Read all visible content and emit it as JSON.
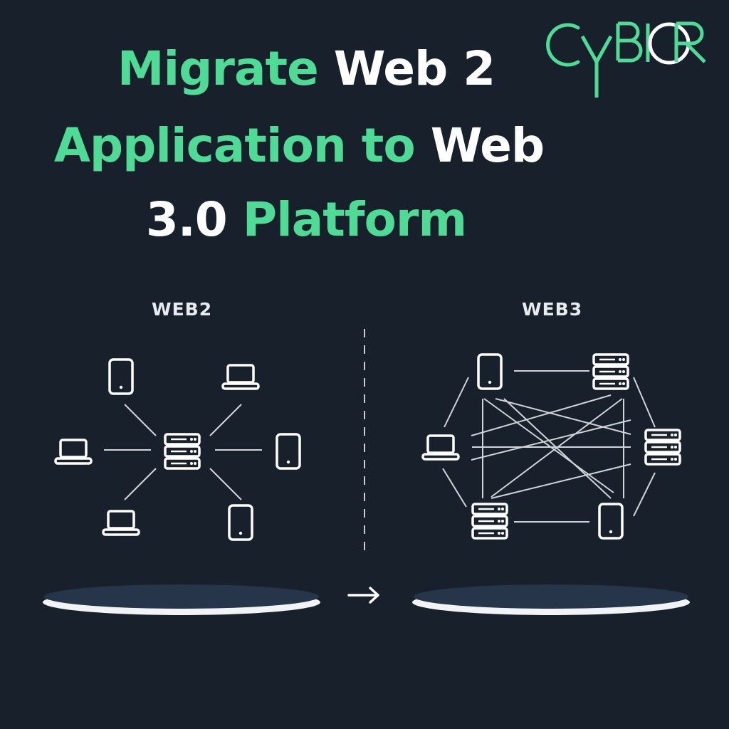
{
  "headline": {
    "line1": [
      {
        "text": "Migrate",
        "color": "green"
      },
      {
        "text": "Web 2",
        "color": "white"
      }
    ],
    "line2": [
      {
        "text": "Application to",
        "color": "green"
      },
      {
        "text": "Web",
        "color": "white"
      }
    ],
    "line3": [
      {
        "text": "3.0",
        "color": "white"
      },
      {
        "text": "Platform",
        "color": "green"
      }
    ]
  },
  "logo": {
    "text": "CYBIOR"
  },
  "diagram": {
    "left_label": "WEB2",
    "right_label": "WEB3"
  },
  "colors": {
    "background": "#18202b",
    "accent_green": "#4fdb96",
    "white": "#ffffff",
    "platform": "#263549"
  }
}
